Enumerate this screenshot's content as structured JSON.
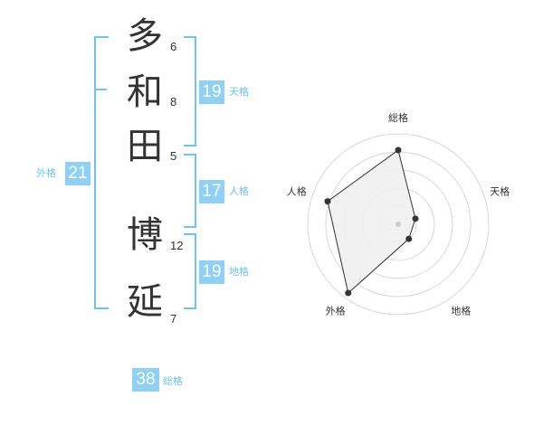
{
  "name_chars": [
    {
      "char": "多",
      "strokes": "6"
    },
    {
      "char": "和",
      "strokes": "8"
    },
    {
      "char": "田",
      "strokes": "5"
    },
    {
      "char": "博",
      "strokes": "12"
    },
    {
      "char": "延",
      "strokes": "7"
    }
  ],
  "kakusu": {
    "tenkaku": {
      "value": "19",
      "label": "天格"
    },
    "jinkaku": {
      "value": "17",
      "label": "人格"
    },
    "chikaku": {
      "value": "19",
      "label": "地格"
    },
    "gaikaku": {
      "value": "21",
      "label": "外格"
    },
    "soukaku": {
      "value": "38",
      "label": "総格"
    }
  },
  "colors": {
    "accent": "#8fd0f7",
    "bracket": "#6ec3f0"
  },
  "chart_data": {
    "type": "radar",
    "axes": [
      "総格",
      "天格",
      "地格",
      "外格",
      "人格"
    ],
    "values": [
      0.82,
      0.2,
      0.2,
      0.94,
      0.82
    ],
    "range": [
      0,
      1
    ],
    "rings": 5,
    "fill": "#f0f0f0",
    "line": "#333333"
  }
}
